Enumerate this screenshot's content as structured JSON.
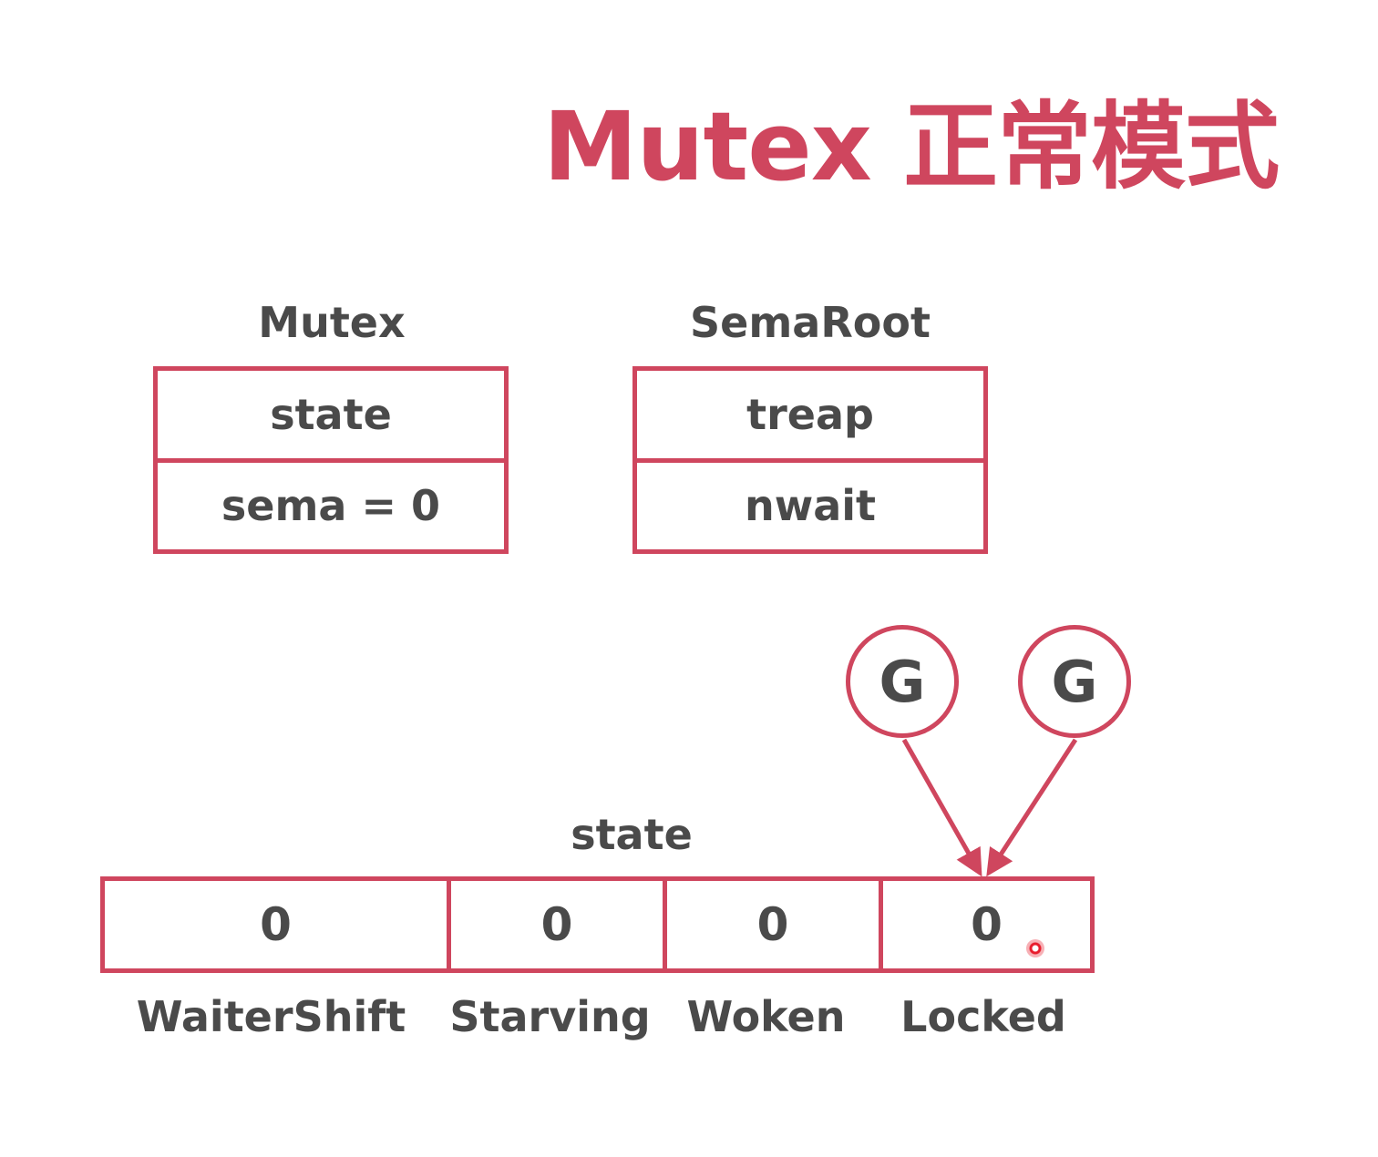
{
  "title": "Mutex 正常模式",
  "colors": {
    "accent": "#cf465e",
    "text": "#4a4a4a",
    "cursor": "#e81c2c"
  },
  "structs": {
    "mutex": {
      "label": "Mutex",
      "fields": [
        "state",
        "sema = 0"
      ]
    },
    "semaroot": {
      "label": "SemaRoot",
      "fields": [
        "treap",
        "nwait"
      ]
    }
  },
  "state": {
    "label": "state",
    "bits": [
      {
        "value": "0",
        "name": "WaiterShift"
      },
      {
        "value": "0",
        "name": "Starving"
      },
      {
        "value": "0",
        "name": "Woken"
      },
      {
        "value": "0",
        "name": "Locked"
      }
    ]
  },
  "goroutines": [
    {
      "label": "G",
      "target": "Locked"
    },
    {
      "label": "G",
      "target": "Locked"
    }
  ]
}
